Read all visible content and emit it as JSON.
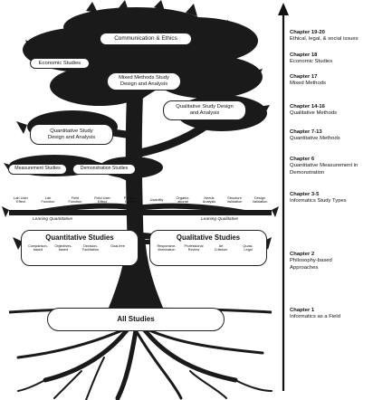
{
  "tree": {
    "canopy_boxes": {
      "communication": "Communication & Ethics",
      "economic": "Economic Studies",
      "mixed": "Mixed Methods Study\nDesign and Analysis",
      "qualitative_design": "Qualitative Study Design\nand Analysis",
      "quantitative_design": "Quantitative Study\nDesign and Analysis",
      "measurement": "Measurement Studies",
      "demonstration": "Demonstration Studies"
    },
    "study_types": [
      "Lab User\nEffect",
      "Lab\nFunction",
      "Field\nFunction",
      "Field User\nEffect",
      "Problem\nImpact",
      "Usability",
      "Organiz-\national",
      "Needs\nAnalysis",
      "Structure\nValidation",
      "Design\nValidation"
    ],
    "leaning_left": "Leaning Quantitative",
    "leaning_right": "Leaning Qualitative",
    "quantitative_studies": {
      "title": "Quantitative Studies",
      "items": [
        "Comparison-\nbased",
        "Objectives-\nbased",
        "Decision-\nFacilitation",
        "Goal-free"
      ]
    },
    "qualitative_studies": {
      "title": "Qualitative Studies",
      "items": [
        "Responsive-\nillumination",
        "Professional\nReview",
        "Art\nCriticism",
        "Quasi-\nLegal"
      ]
    },
    "all_studies": "All Studies"
  },
  "chapters": [
    {
      "num": "Chapter 19-20",
      "desc": "Ethical, legal, & social issues"
    },
    {
      "num": "Chapter 18",
      "desc": "Economic Studies"
    },
    {
      "num": "Chapter 17",
      "desc": "Mixed Methods"
    },
    {
      "num": "Chapter 14-16",
      "desc": "Qualitative Methods"
    },
    {
      "num": "Chapter 7-13",
      "desc": "Quantitative Methods"
    },
    {
      "num": "Chapter 6",
      "desc": "Quantitative Measurement in\nDemonstration"
    },
    {
      "num": "Chapter 3-5",
      "desc": "Informatics Study Types"
    },
    {
      "num": "Chapter 2",
      "desc": "Philosophy-based\nApproaches"
    },
    {
      "num": "Chapter 1",
      "desc": "Informatics as a Field"
    }
  ],
  "colors": {
    "tree": "#1a1a1a",
    "box_border": "#222222",
    "background": "#ffffff"
  }
}
